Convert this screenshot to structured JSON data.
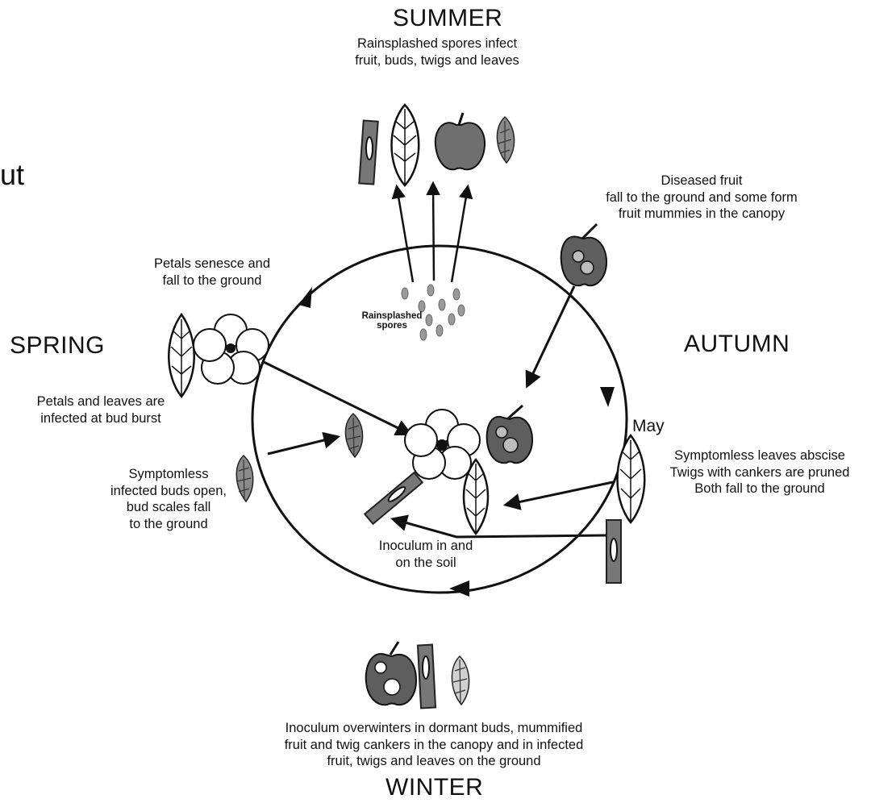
{
  "fragment": "ut",
  "seasons": {
    "summer": "SUMMER",
    "spring": "SPRING",
    "autumn": "AUTUMN",
    "winter": "WINTER"
  },
  "summer_note": [
    "Rainsplashed spores infect",
    "fruit, buds, twigs and leaves"
  ],
  "diseased_fruit_note": [
    "Diseased fruit",
    "fall to the ground and some form",
    "fruit mummies in the canopy"
  ],
  "petals_senesce_note": [
    "Petals senesce and",
    "fall to the ground"
  ],
  "spores_label": [
    "Rainsplashed",
    "spores"
  ],
  "petals_infected_note": [
    "Petals and leaves are",
    "infected at bud burst"
  ],
  "month_label": "May",
  "symptomless_leaves_note": [
    "Symptomless leaves abscise",
    "Twigs with cankers are pruned",
    "Both fall to the ground"
  ],
  "buds_open_note": [
    "Symptomless",
    "infected buds open,",
    "bud scales fall",
    "to the ground"
  ],
  "inoculum_soil_note": [
    "Inoculum in and",
    "on the soil"
  ],
  "overwinter_note": [
    "Inoculum overwinters in dormant buds, mummified",
    "fruit and twig cankers in the canopy and in infected",
    "fruit, twigs and leaves on the ground"
  ]
}
